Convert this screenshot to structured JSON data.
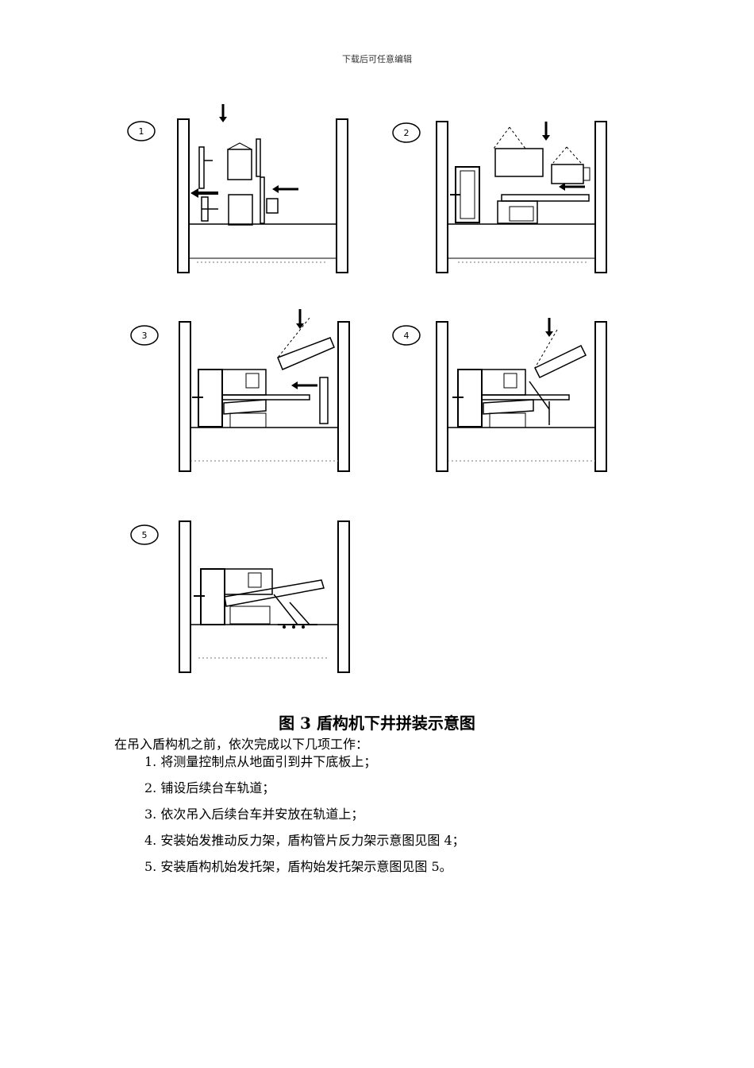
{
  "header": {
    "note": "下载后可任意编辑"
  },
  "figure": {
    "panels": [
      {
        "number": "1"
      },
      {
        "number": "2"
      },
      {
        "number": "3"
      },
      {
        "number": "4"
      },
      {
        "number": "5"
      }
    ],
    "caption": "图 3 盾构机下井拼装示意图"
  },
  "body": {
    "intro": "在吊入盾构机之前，依次完成以下几项工作：",
    "items": [
      "1. 将测量控制点从地面引到井下底板上；",
      "2. 铺设后续台车轨道；",
      "3. 依次吊入后续台车并安放在轨道上；",
      "4. 安装始发推动反力架，盾构管片反力架示意图见图 4；",
      "5. 安装盾构机始发托架，盾构始发托架示意图见图 5。"
    ]
  }
}
